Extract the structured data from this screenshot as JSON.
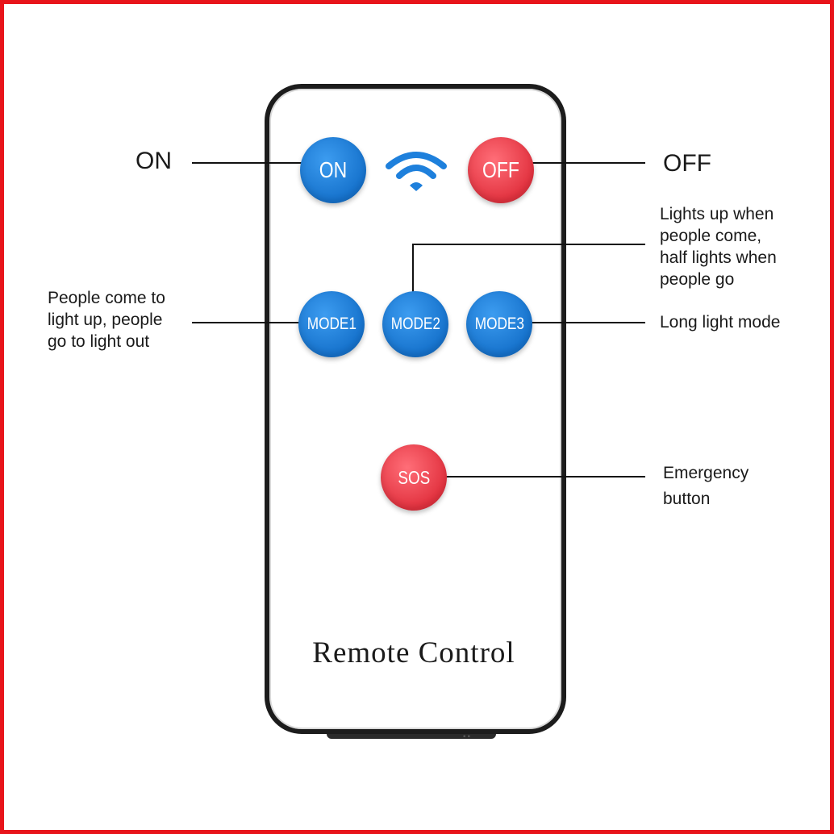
{
  "remote": {
    "title": "Remote Control",
    "buttons": {
      "on": "ON",
      "off": "OFF",
      "mode1": "MODE1",
      "mode2": "MODE2",
      "mode3": "MODE3",
      "sos": "SOS"
    }
  },
  "labels": {
    "on": "ON",
    "off": "OFF",
    "mode1": [
      "People come to",
      "light up, people",
      "go to light out"
    ],
    "mode2": [
      "Lights up when",
      "people come,",
      "half lights when",
      "people go"
    ],
    "mode3": "Long light mode",
    "sos": [
      "Emergency",
      "button"
    ]
  },
  "colors": {
    "frame": "#e8141b",
    "blue_button": "#1e80dc",
    "red_button": "#ee4250",
    "wifi_icon": "#1e80dc"
  },
  "icons": {
    "signal": "wifi-icon"
  }
}
